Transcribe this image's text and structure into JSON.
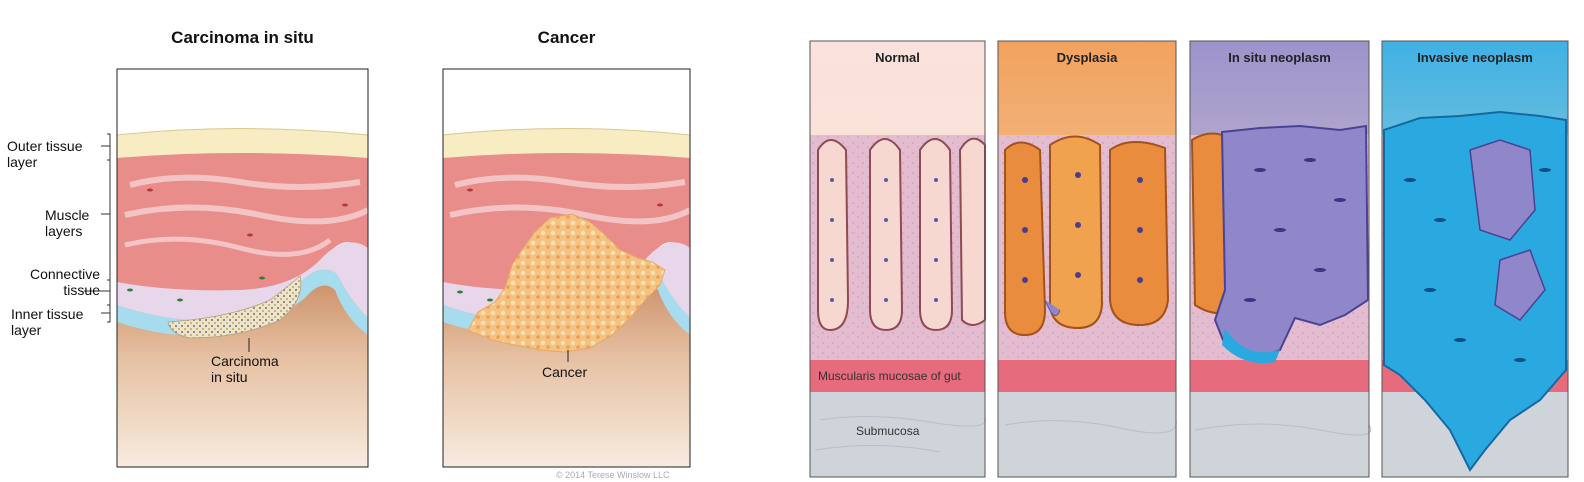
{
  "left_figure": {
    "panels": [
      {
        "title": "Carcinoma in situ",
        "lesion_label_lines": [
          "Carcinoma",
          "in situ"
        ]
      },
      {
        "title": "Cancer",
        "lesion_label_lines": [
          "Cancer"
        ]
      }
    ],
    "layer_labels": [
      {
        "lines": [
          "Outer tissue",
          "layer"
        ]
      },
      {
        "lines": [
          "Muscle",
          "layers"
        ]
      },
      {
        "lines": [
          "Connective",
          "tissue"
        ]
      },
      {
        "lines": [
          "Inner tissue",
          "layer"
        ]
      }
    ],
    "copyright": "© 2014 Terese Winslow LLC",
    "colors": {
      "outer_layer": "#f7ecc2",
      "muscle": "#e98d8a",
      "connective": "#e8d6ea",
      "inner_layer": "#a6dcee",
      "tissue_bottom": "#f1dcc6",
      "tumor": "#f4c381"
    }
  },
  "right_figure": {
    "panels": [
      {
        "title": "Normal"
      },
      {
        "title": "Dysplasia"
      },
      {
        "title": "In situ neoplasm"
      },
      {
        "title": "Invasive neoplasm"
      }
    ],
    "strata_labels": {
      "muscularis": "Muscularis mucosae of gut",
      "submucosa": "Submucosa"
    },
    "colors": {
      "lamina": "#e4bcd0",
      "muscularis": "#e66b7d",
      "submucosa": "#cfd4db",
      "normal_epithelium": "#f7d8d0",
      "dysplasia": "#e98c3d",
      "neoplasm": "#8f87c9",
      "invasive": "#2aa9e0"
    }
  }
}
